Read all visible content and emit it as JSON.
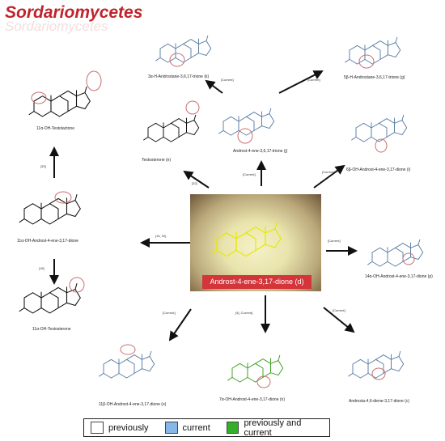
{
  "header": {
    "title": "Sordariomycetes",
    "title_shadow": "Sordariomycetes"
  },
  "center": {
    "label": "Androst-4-ene-3,17-dione (d)"
  },
  "compounds": {
    "k": "3α-H-Androstane-3,6,17-trione (k)",
    "g": "5β-H-Androstane-3,6,17-trione (g)",
    "j": "Androst-4-ene-3,6,17-trione (j)",
    "testolactone": "11α-OH-Testolactone",
    "e": "Testosterone (e)",
    "i": "6β-OH-Androst-4-ene-3,17-dione (i)",
    "oh11a": "11α-OH-Androst-4-ene-3,17-dione",
    "p": "14α-OH-Androst-4-ene-3,17-dione (p)",
    "oht": "11α-OH-Testosterone",
    "o": "11β-OH-Androst-4-ene-3,17-dione (o)",
    "n": "7α-OH-Androst-4-ene-3,17-dione (n)",
    "c": "Androsta-4,6-diene-3,17-dione (c)"
  },
  "refs": {
    "r_jk": "[Current]",
    "r_jg": "[Current]",
    "r_dj": "[Current]",
    "r_di": "[Current]",
    "r_de": "[32]",
    "r_tl": "[33]",
    "r_d11": "[16, 32]",
    "r_dp": "[Current]",
    "r_oht": "[18]",
    "r_do": "[Current]",
    "r_dn": "[4], Current]",
    "r_dc": "[Current]"
  },
  "legend": {
    "items": [
      {
        "label": "previously",
        "color": "#ffffff"
      },
      {
        "label": "current",
        "color": "#86b7e8"
      },
      {
        "label": "previously and current",
        "color": "#33b028"
      }
    ]
  },
  "colors": {
    "title": "#c0242a",
    "highlight_ring": "#c9706f",
    "current_mol": "#5b7fa6",
    "green_mol": "#3aa01e",
    "yellow_mol": "#e8e800"
  }
}
